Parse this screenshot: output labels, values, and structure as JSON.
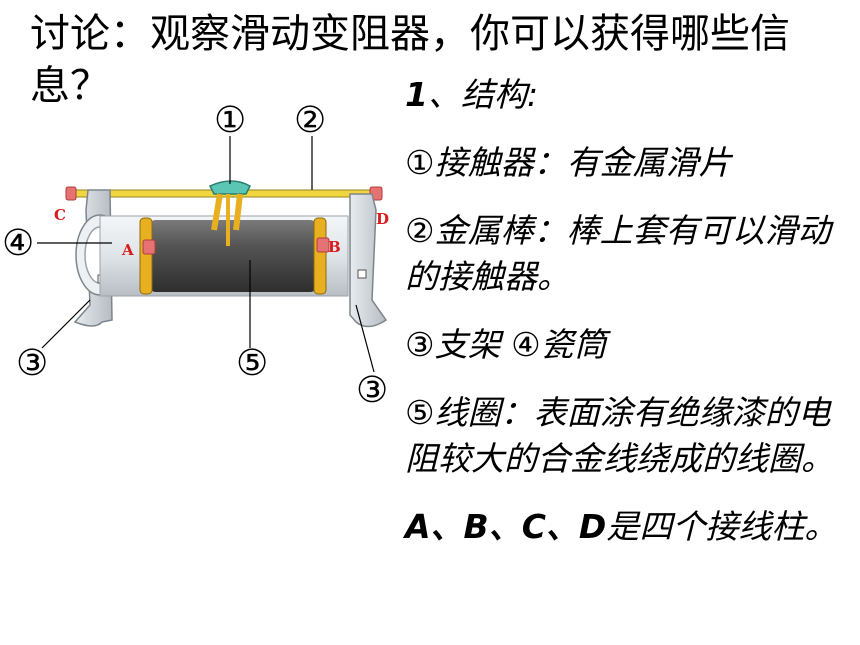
{
  "title": "讨论：观察滑动变阻器，你可以获得哪些信息？",
  "notes": {
    "heading_num": "1",
    "heading_text": "、结构:",
    "item1": "①接触器：有金属滑片",
    "item2": "②金属棒：棒上套有可以滑动的接触器。",
    "item3": "③支架 ④瓷筒",
    "item4": "⑤线圈：表面涂有绝缘漆的电阻较大的合金线绕成的线圈。",
    "terminals_letters": "A、B、C、D",
    "terminals_text": "是四个接线柱。"
  },
  "diagram": {
    "callouts": {
      "contact": "①",
      "rod": "②",
      "stand_left": "③",
      "coil": "⑤",
      "stand_right": "③",
      "tube": "④"
    },
    "terminals": {
      "a": "A",
      "b": "B",
      "c": "C",
      "d": "D"
    },
    "colors": {
      "coil": "#4a4a4a",
      "rod": "#f0d640",
      "slider": "#5cc6b4",
      "terminal_text": "#d81b1b",
      "clamp": "#e8b020",
      "stand": "#d6dbe0"
    }
  }
}
